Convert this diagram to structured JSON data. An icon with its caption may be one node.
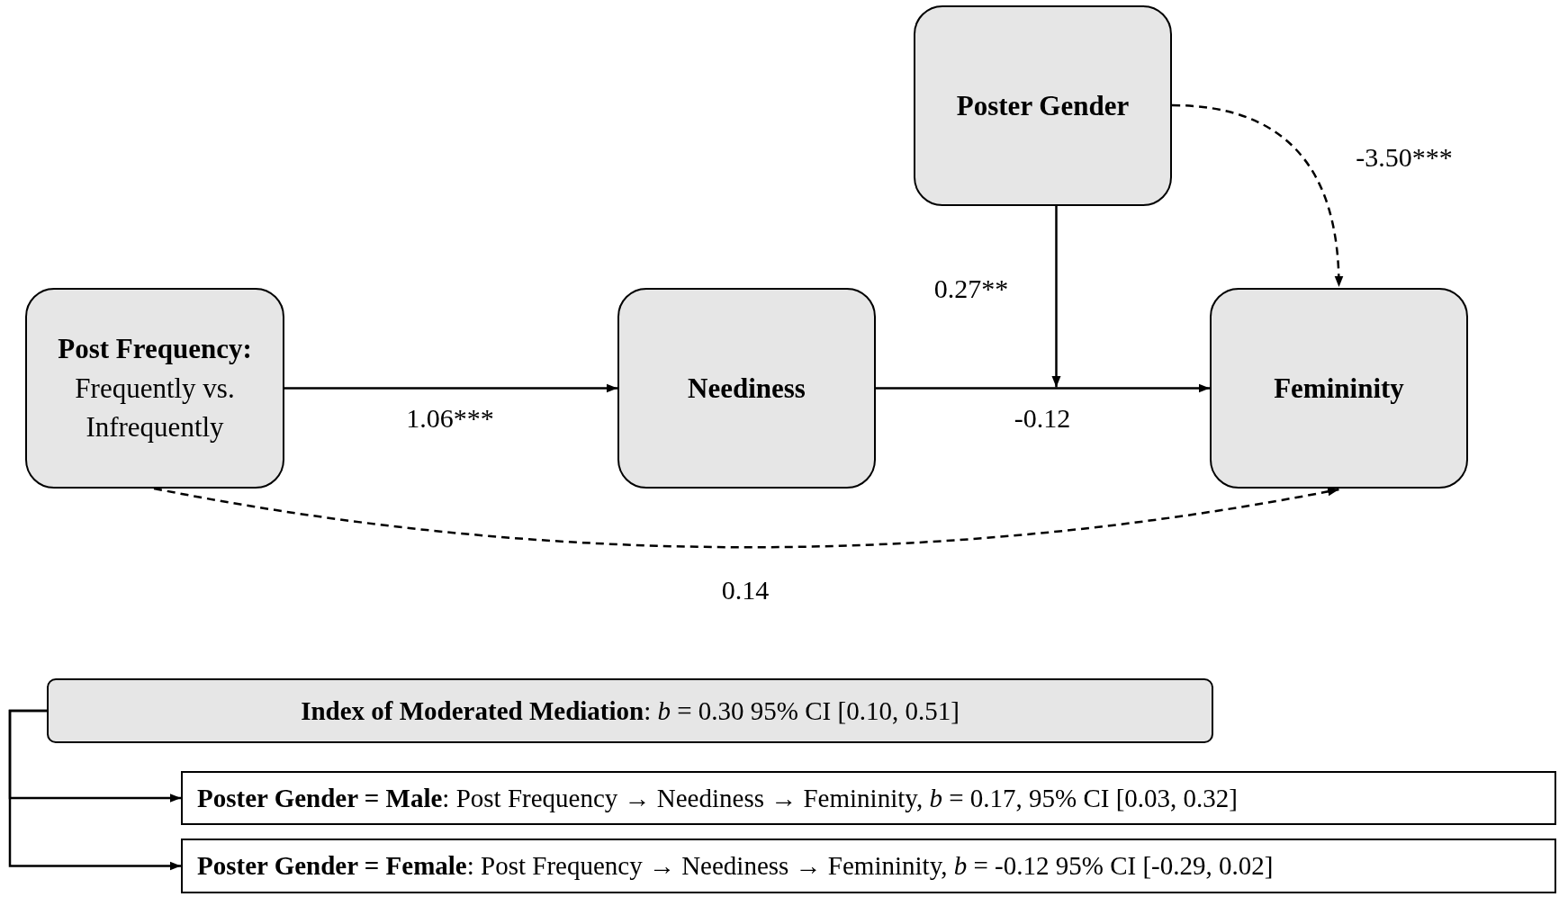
{
  "diagram": {
    "nodes": [
      {
        "text": [
          "Post Frequency:",
          "Frequently vs. Infrequently"
        ]
      },
      {
        "text": [
          "Neediness"
        ]
      },
      {
        "text": [
          "Poster Gender"
        ]
      },
      {
        "text": [
          "Femininity"
        ]
      },
      {
        "text": [
          "**Index of Moderated Mediation**: *b*  = 0.30 95% CI [0.10, 0.51]"
        ]
      },
      {
        "text": [
          "**Poster Gender = Male**: Post Frequency → Neediness → Femininity, *b* = 0.17, 95% CI [0.03, 0.32]"
        ]
      },
      {
        "text": [
          "**Poster Gender = Female**: Post Frequency → Neediness → Femininity, *b* = -0.12 95% CI [-0.29, 0.02]"
        ]
      }
    ],
    "edges": [
      {
        "from": 0,
        "to": 1,
        "arrow": "to",
        "label": "1.06***"
      },
      {
        "from": 1,
        "to": 3,
        "arrow": "to",
        "label": "-0.12"
      },
      {
        "from": 2,
        "to": null,
        "arrow": "to",
        "label": "0.27**"
      },
      {
        "from": 2,
        "to": 3,
        "arrow": "to",
        "label": "-3.50***",
        "style": "dashed"
      },
      {
        "from": 0,
        "to": 3,
        "arrow": "to",
        "label": "0.14",
        "style": "dashed"
      },
      {
        "from": 4,
        "to": 5,
        "arrow": "to"
      },
      {
        "from": 4,
        "to": 6,
        "arrow": "to"
      }
    ]
  }
}
